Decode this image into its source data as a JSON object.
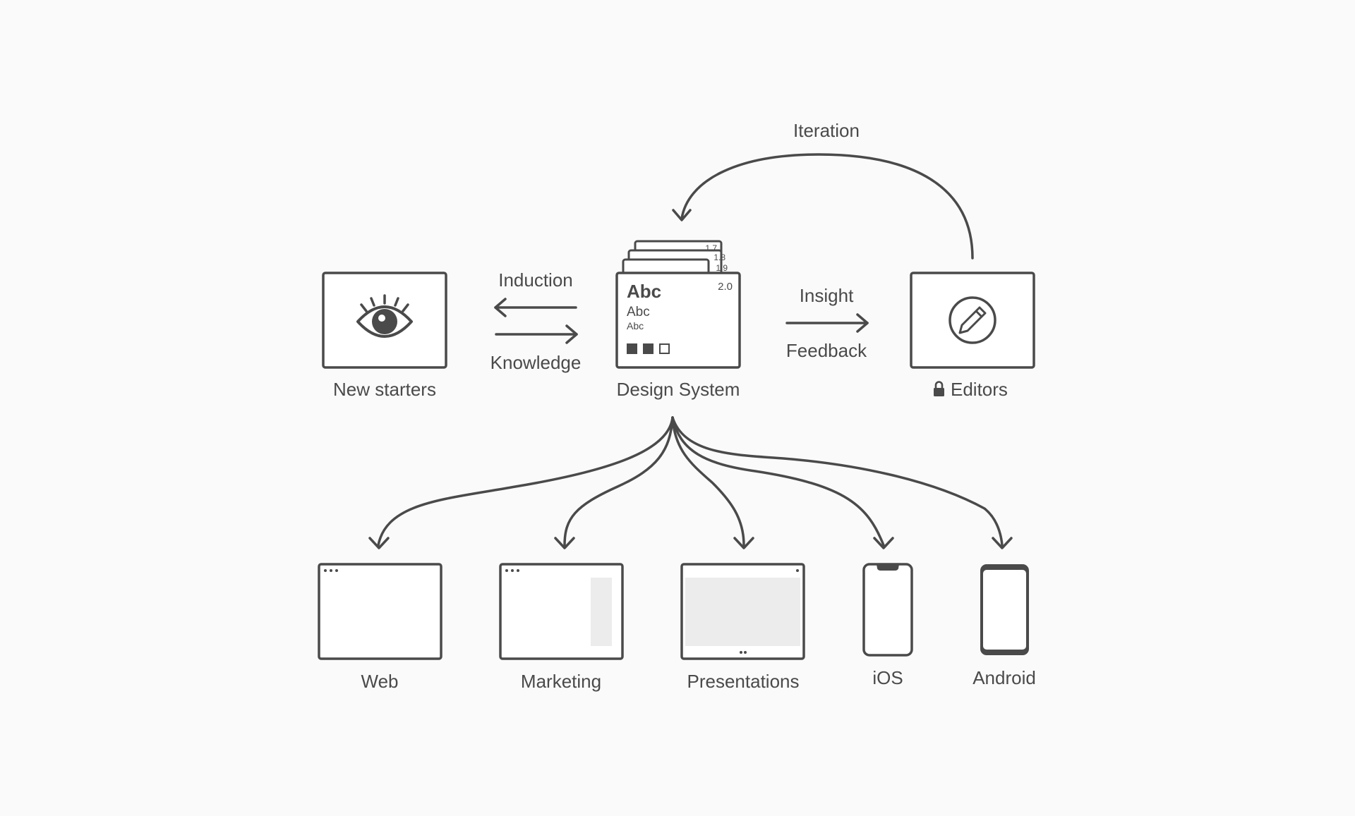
{
  "diagram": {
    "colors": {
      "ink": "#4a4a4a",
      "background": "#fafafa",
      "panel": "#ffffff",
      "shade": "#ececec"
    },
    "nodes": {
      "new_starters": {
        "label": "New starters",
        "icon": "eye-icon"
      },
      "design_system": {
        "label": "Design System",
        "versions": [
          "1.7",
          "1.8",
          "1.9",
          "2.0"
        ],
        "samples": [
          "Abc",
          "Abc",
          "Abc"
        ]
      },
      "editors": {
        "label": "Editors",
        "icon": "pencil-icon",
        "badge_icon": "lock-icon"
      },
      "web": {
        "label": "Web"
      },
      "marketing": {
        "label": "Marketing"
      },
      "presentations": {
        "label": "Presentations"
      },
      "ios": {
        "label": "iOS"
      },
      "android": {
        "label": "Android"
      }
    },
    "edges": {
      "induction": "Induction",
      "knowledge": "Knowledge",
      "insight": "Insight",
      "feedback": "Feedback",
      "iteration": "Iteration"
    }
  }
}
